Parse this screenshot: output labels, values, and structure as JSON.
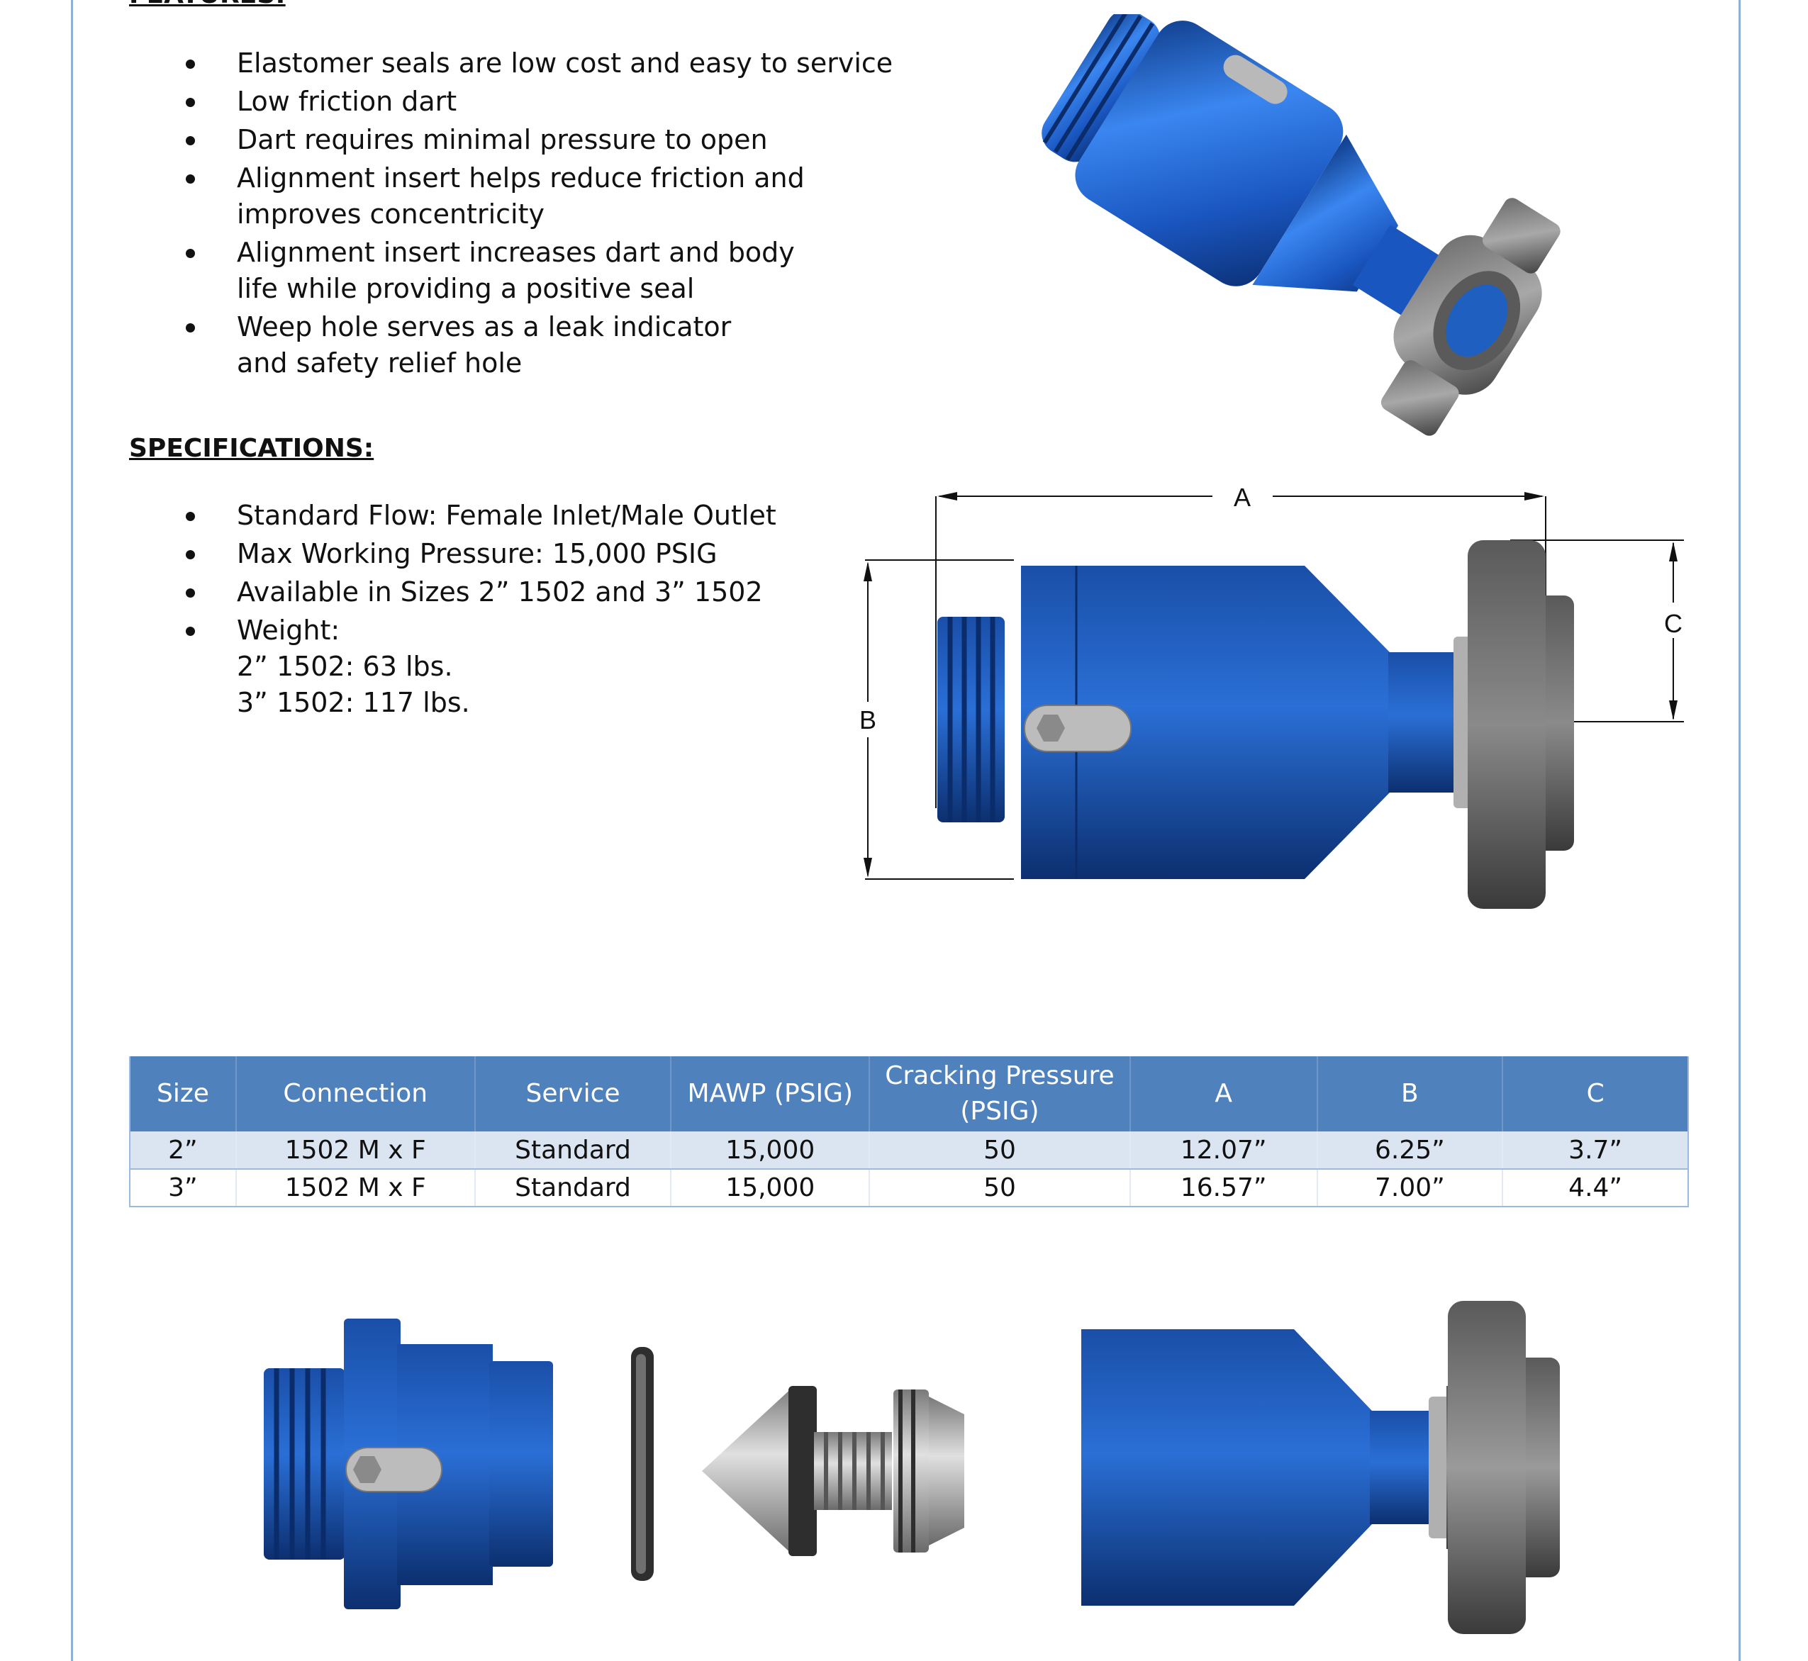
{
  "features": {
    "heading": "FEATURES:",
    "items": [
      "Elastomer seals are low cost and easy to service",
      "Low friction dart",
      "Dart requires minimal pressure to open",
      "Alignment insert helps reduce friction and improves concentricity",
      "Alignment insert increases dart and body life while providing a positive seal",
      "Weep hole serves as a leak indicator and safety relief hole"
    ]
  },
  "specifications": {
    "heading": "SPECIFICATIONS:",
    "items": [
      "Standard Flow: Female Inlet/Male Outlet",
      "Max Working Pressure: 15,000 PSIG",
      "Available in Sizes 2” 1502 and 3” 1502",
      "Weight:"
    ],
    "weight_lines": [
      "2” 1502: 63 lbs.",
      "3” 1502: 117 lbs."
    ]
  },
  "dimension_labels": {
    "a": "A",
    "b": "B",
    "c": "C"
  },
  "table": {
    "headers": [
      "Size",
      "Connection",
      "Service",
      "MAWP (PSIG)",
      "Cracking Pressure (PSIG)",
      "A",
      "B",
      "C"
    ],
    "rows": [
      [
        "2”",
        "1502 M x F",
        "Standard",
        "15,000",
        "50",
        "12.07”",
        "6.25”",
        "3.7”"
      ],
      [
        "3”",
        "1502 M x F",
        "Standard",
        "15,000",
        "50",
        "16.57”",
        "7.00”",
        "4.4”"
      ]
    ]
  },
  "colors": {
    "body_blue": "#1f5fbf",
    "steel_dark": "#4a4a4a",
    "table_header": "#4f81bd",
    "table_stripe": "#dbe5f1",
    "frame": "#8fb0d6"
  }
}
